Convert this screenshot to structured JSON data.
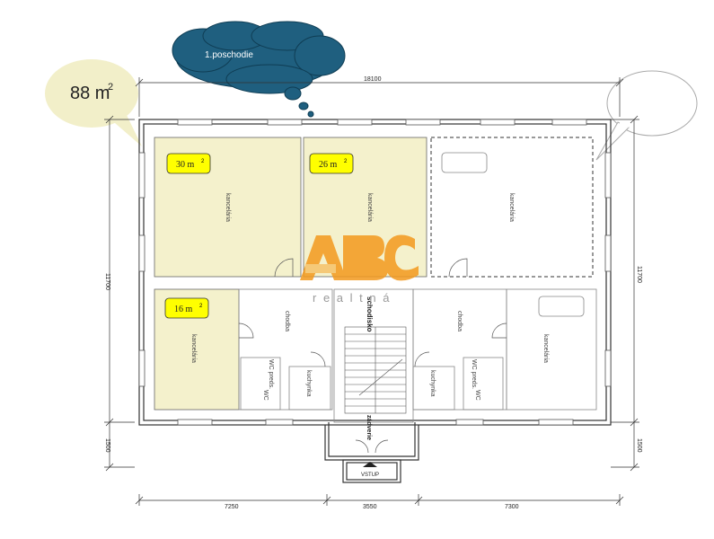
{
  "cloud": {
    "label": "1.poschodie",
    "color": "#1f5f7f"
  },
  "bubble": {
    "area": "88 m",
    "sup": "2",
    "color": "#f2efc9"
  },
  "dimensions": {
    "top": "18100",
    "left": "11700",
    "right": "11700",
    "bottom_left": "7250",
    "bottom_mid": "3550",
    "bottom_right": "7300",
    "side_left_lower": "1500",
    "side_right_lower": "1500"
  },
  "rooms": {
    "r1": {
      "label": "kancelária",
      "area": "30 m",
      "sup": "2"
    },
    "r2": {
      "label": "kancelária",
      "area": "26 m",
      "sup": "2"
    },
    "r3": {
      "label": "kancelária"
    },
    "r4": {
      "label": "kancelária",
      "area": "16 m",
      "sup": "2"
    },
    "chodba_l": "chodba",
    "kuch_l": "kuchynka",
    "wcpreds_l": "WC preds.",
    "wc_l": "WC",
    "schodisko": "schodisko",
    "chodba_r": "chodba",
    "kuch_r": "kuchynka",
    "wcpreds_r": "WC preds.",
    "wc_r": "WC",
    "r6": {
      "label": "kancelária"
    },
    "zadverie": "zádverie",
    "vstup": "VSTUP"
  },
  "logo": {
    "letters": "ABC",
    "sub": "r e a l t n á",
    "color": "#f39a1e"
  },
  "highlight_color": "#f4f1cc",
  "tag_color": "#ffff00"
}
